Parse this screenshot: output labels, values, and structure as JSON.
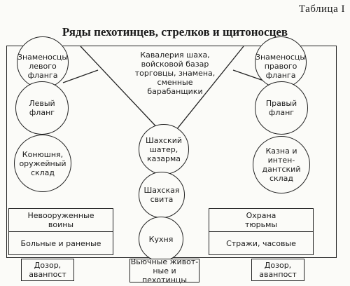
{
  "header": {
    "table_number": "Таблица I",
    "title": "Ряды пехотинцев, стрелков и щитоносцев"
  },
  "top_center_text": "Кавалерия шаха,\nвойсковой базар\nторговцы, знамена,\nсменные\nбарабанщики",
  "left_column": {
    "standard_bearers": "Знаменосцы\nлевого\nфланга",
    "flank": "Левый\nфланг",
    "stable": "Конюшня,\nоружейный\nсклад"
  },
  "right_column": {
    "standard_bearers": "Знаменосцы\nправого\nфланга",
    "flank": "Правый\nфланг",
    "treasury": "Казна и\nинтен-\nдантский\nсклад"
  },
  "center_column": {
    "tent": "Шахский\nшатер,\nказарма",
    "retinue": "Шахская\nсвита",
    "kitchen": "Кухня"
  },
  "left_box": {
    "unarmed": "Невооруженные\nвоины",
    "sick": "Больные и раненые"
  },
  "right_box": {
    "prison_guard": "Охрана\nтюрьмы",
    "sentries": "Стражи, часовые"
  },
  "bottom": {
    "left_patrol": "Дозор,\nаванпост",
    "center_pack": "Вьючные живот-\nные и пехотинцы",
    "right_patrol": "Дозор,\nаванпост"
  }
}
